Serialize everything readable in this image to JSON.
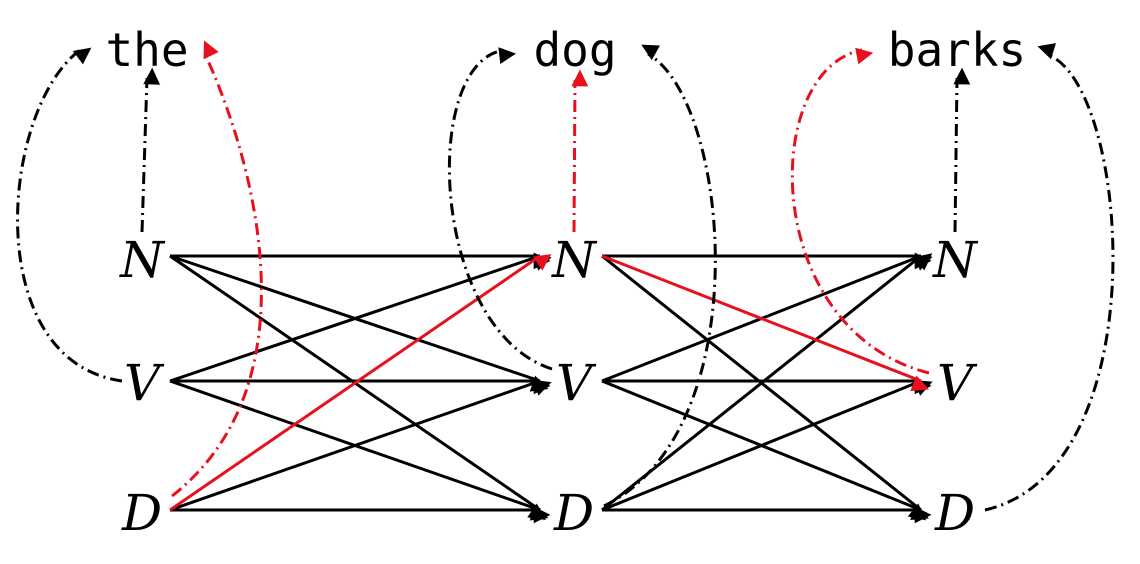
{
  "words": [
    "the",
    "dog",
    "barks"
  ],
  "states": [
    "N",
    "V",
    "D"
  ],
  "colors": {
    "default": "#000000",
    "highlight": "#e8101e"
  },
  "transitions": [
    {
      "from": [
        0,
        0
      ],
      "to": [
        1,
        0
      ],
      "highlight": false
    },
    {
      "from": [
        0,
        0
      ],
      "to": [
        1,
        1
      ],
      "highlight": false
    },
    {
      "from": [
        0,
        0
      ],
      "to": [
        1,
        2
      ],
      "highlight": false
    },
    {
      "from": [
        0,
        1
      ],
      "to": [
        1,
        0
      ],
      "highlight": false
    },
    {
      "from": [
        0,
        1
      ],
      "to": [
        1,
        1
      ],
      "highlight": false
    },
    {
      "from": [
        0,
        1
      ],
      "to": [
        1,
        2
      ],
      "highlight": false
    },
    {
      "from": [
        0,
        2
      ],
      "to": [
        1,
        1
      ],
      "highlight": false
    },
    {
      "from": [
        0,
        2
      ],
      "to": [
        1,
        2
      ],
      "highlight": false
    },
    {
      "from": [
        0,
        2
      ],
      "to": [
        1,
        0
      ],
      "highlight": true
    },
    {
      "from": [
        1,
        0
      ],
      "to": [
        2,
        0
      ],
      "highlight": false
    },
    {
      "from": [
        1,
        0
      ],
      "to": [
        2,
        2
      ],
      "highlight": false
    },
    {
      "from": [
        1,
        1
      ],
      "to": [
        2,
        0
      ],
      "highlight": false
    },
    {
      "from": [
        1,
        1
      ],
      "to": [
        2,
        1
      ],
      "highlight": false
    },
    {
      "from": [
        1,
        1
      ],
      "to": [
        2,
        2
      ],
      "highlight": false
    },
    {
      "from": [
        1,
        2
      ],
      "to": [
        2,
        0
      ],
      "highlight": false
    },
    {
      "from": [
        1,
        2
      ],
      "to": [
        2,
        1
      ],
      "highlight": false
    },
    {
      "from": [
        1,
        2
      ],
      "to": [
        2,
        2
      ],
      "highlight": false
    },
    {
      "from": [
        1,
        0
      ],
      "to": [
        2,
        1
      ],
      "highlight": true
    }
  ],
  "emissions": [
    {
      "state": [
        0,
        0
      ],
      "word": 0,
      "highlight": false
    },
    {
      "state": [
        0,
        1
      ],
      "word": 0,
      "highlight": false
    },
    {
      "state": [
        0,
        2
      ],
      "word": 0,
      "highlight": true
    },
    {
      "state": [
        1,
        0
      ],
      "word": 1,
      "highlight": true
    },
    {
      "state": [
        1,
        1
      ],
      "word": 1,
      "highlight": false
    },
    {
      "state": [
        1,
        2
      ],
      "word": 1,
      "highlight": false
    },
    {
      "state": [
        2,
        0
      ],
      "word": 2,
      "highlight": false
    },
    {
      "state": [
        2,
        1
      ],
      "word": 2,
      "highlight": true
    },
    {
      "state": [
        2,
        2
      ],
      "word": 2,
      "highlight": false
    }
  ]
}
